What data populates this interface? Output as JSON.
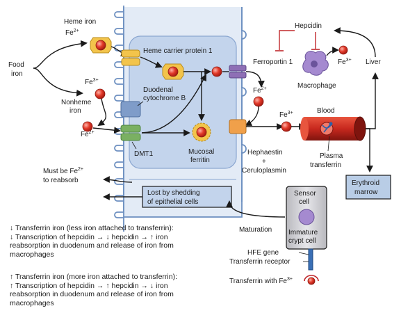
{
  "labels": {
    "heme_iron": "Heme iron",
    "fe2_top": "Fe",
    "food_iron_1": "Food",
    "food_iron_2": "iron",
    "fe3_left": "Fe",
    "nonheme_1": "Nonheme",
    "nonheme_2": "iron",
    "fe2_left": "Fe",
    "must_be_1": "Must be Fe",
    "must_be_2": "to reabsorb",
    "heme_carrier": "Heme carrier protein 1",
    "duodenal_1": "Duodenal",
    "duodenal_2": "cytochrome B",
    "dmt1": "DMT1",
    "mucosal_1": "Mucosal",
    "mucosal_2": "ferritin",
    "ferroportin": "Ferroportin 1",
    "fe2_mid": "Fe",
    "hephaestin_1": "Hephaestin",
    "hephaestin_2": "+",
    "hephaestin_3": "Ceruloplasmin",
    "lost_1": "Lost by shedding",
    "lost_2": "of epithelial cells",
    "hepcidin": "Hepcidin",
    "fe3_top": "Fe",
    "liver": "Liver",
    "macrophage": "Macrophage",
    "fe3_blood": "Fe",
    "blood": "Blood",
    "plasma_1": "Plasma",
    "plasma_2": "transferrin",
    "erythroid_1": "Erythroid",
    "erythroid_2": "marrow",
    "sensor_1": "Sensor",
    "sensor_2": "cell",
    "immature_1": "Immature",
    "immature_2": "crypt cell",
    "maturation": "Maturation",
    "hfe": "HFE gene",
    "tf_receptor": "Transferrin receptor",
    "tf_with": "Transferrin with Fe",
    "sup_2plus": "2+",
    "sup_3plus": "3+"
  },
  "legend_low": [
    "↓ Transferrin iron (less iron attached to transferrin):",
    "↓ Transcription of hepcidin → ↓ hepcidin → ↑ iron",
    "reabsorption in duodenum and release of iron from",
    "macrophages"
  ],
  "legend_high": [
    "↑ Transferrin iron (more iron attached to transferrin):",
    "↑ Transcription of hepcidin → ↑ hepcidin → ↓ iron",
    "reabsorption in duodenum and release of iron from",
    "macrophages"
  ],
  "colors": {
    "cell_fill": "#c8d6ea",
    "cell_edge": "#6c8fc0",
    "crypt_fill": "#d2d2d6",
    "iron_red": "#e23a2a",
    "heme_gold": "#f3c44b",
    "dmt1_green": "#7ab062",
    "dcytb_blue": "#7f9cc9",
    "ferroportin_purple": "#8e6fb5",
    "hephaestin_orange": "#f0a04a",
    "blood_red": "#c8281e",
    "inhibit_red": "#c0282c",
    "erythroid_blue": "#b9cde6"
  }
}
